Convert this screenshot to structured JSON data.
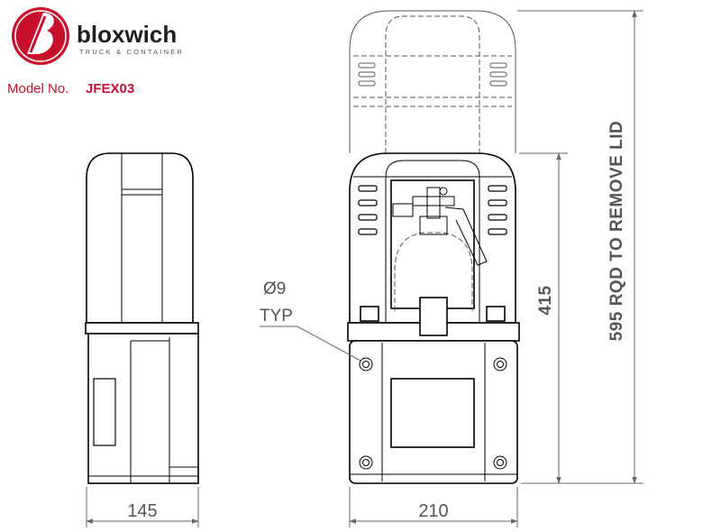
{
  "brand": {
    "name": "bloxwich",
    "tagline": "TRUCK & CONTAINER",
    "logo_color": "#c8102e"
  },
  "model": {
    "label": "Model No.",
    "value": "JFEX03"
  },
  "dimensions": {
    "side_width": "145",
    "front_width": "210",
    "body_height": "415",
    "lid_clearance": "595 RQD TO REMOVE LID"
  },
  "annotations": {
    "hole_diameter": "Ø9",
    "hole_note": "TYP"
  }
}
